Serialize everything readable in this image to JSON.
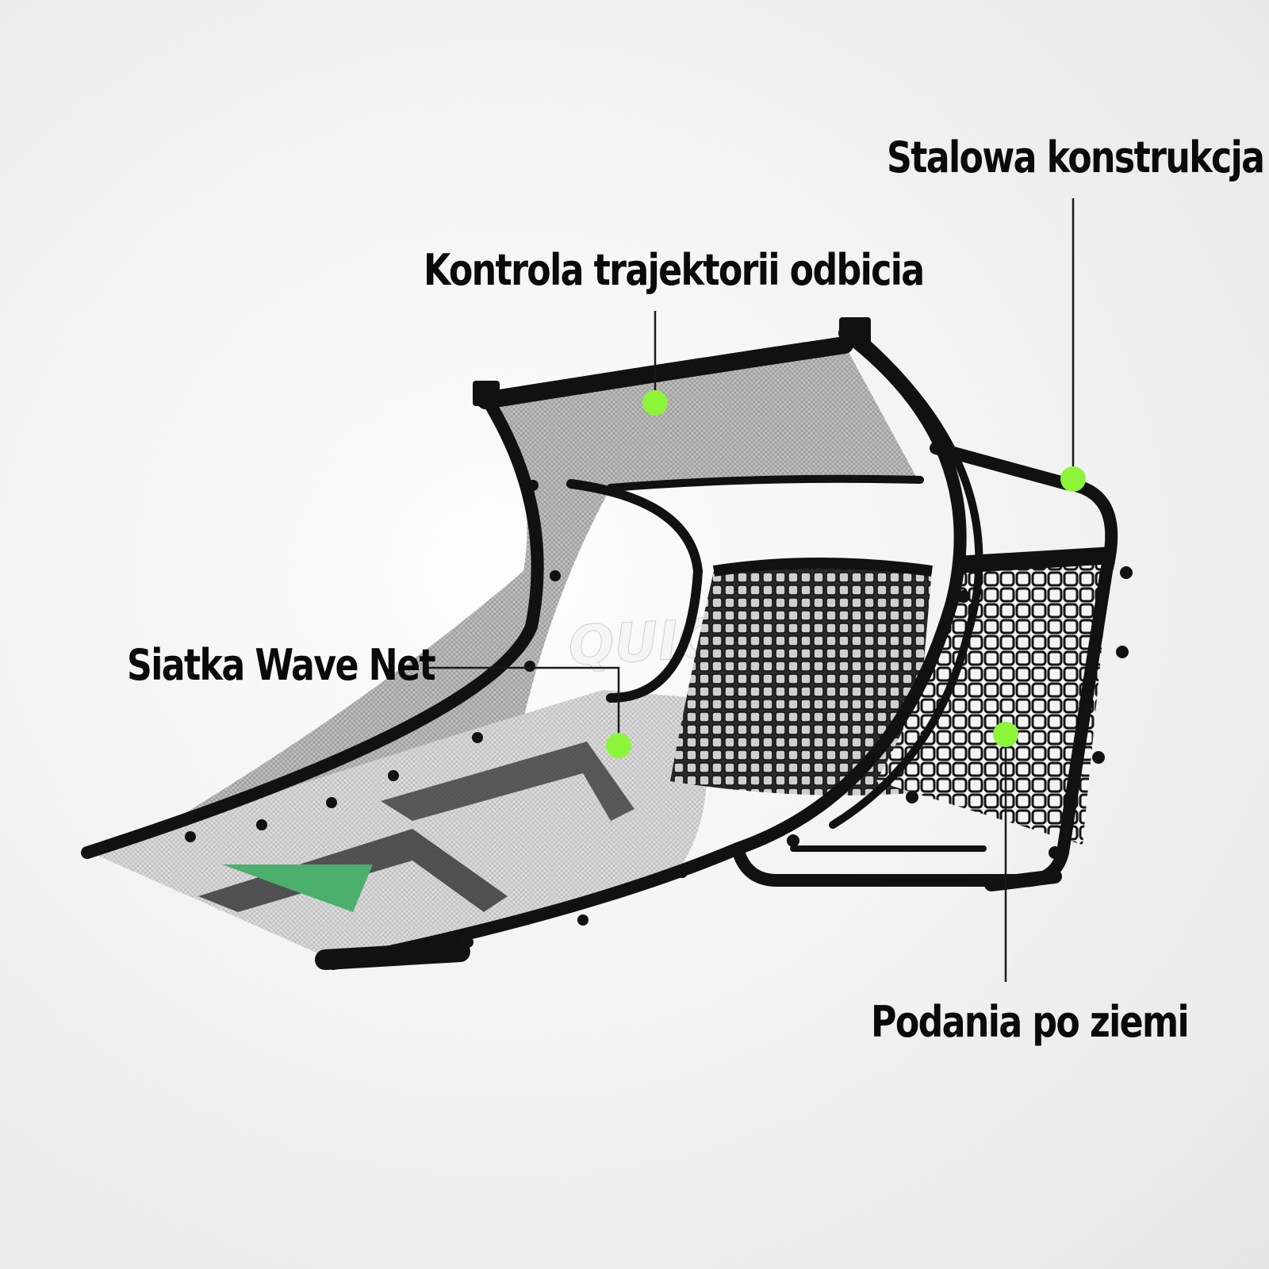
{
  "callouts": {
    "steel_frame": "Stalowa konstrukcja",
    "trajectory_control": "Kontrola trajektorii odbicia",
    "wave_net": "Siatka Wave Net",
    "ground_passes": "Podania po ziemi"
  },
  "product": {
    "brand_print": "QUICKPLAY"
  },
  "colors": {
    "marker": "#8cf53a",
    "frame": "#111111",
    "label_text": "#0a0a0a",
    "mesh_accent": "#4caf6e"
  }
}
